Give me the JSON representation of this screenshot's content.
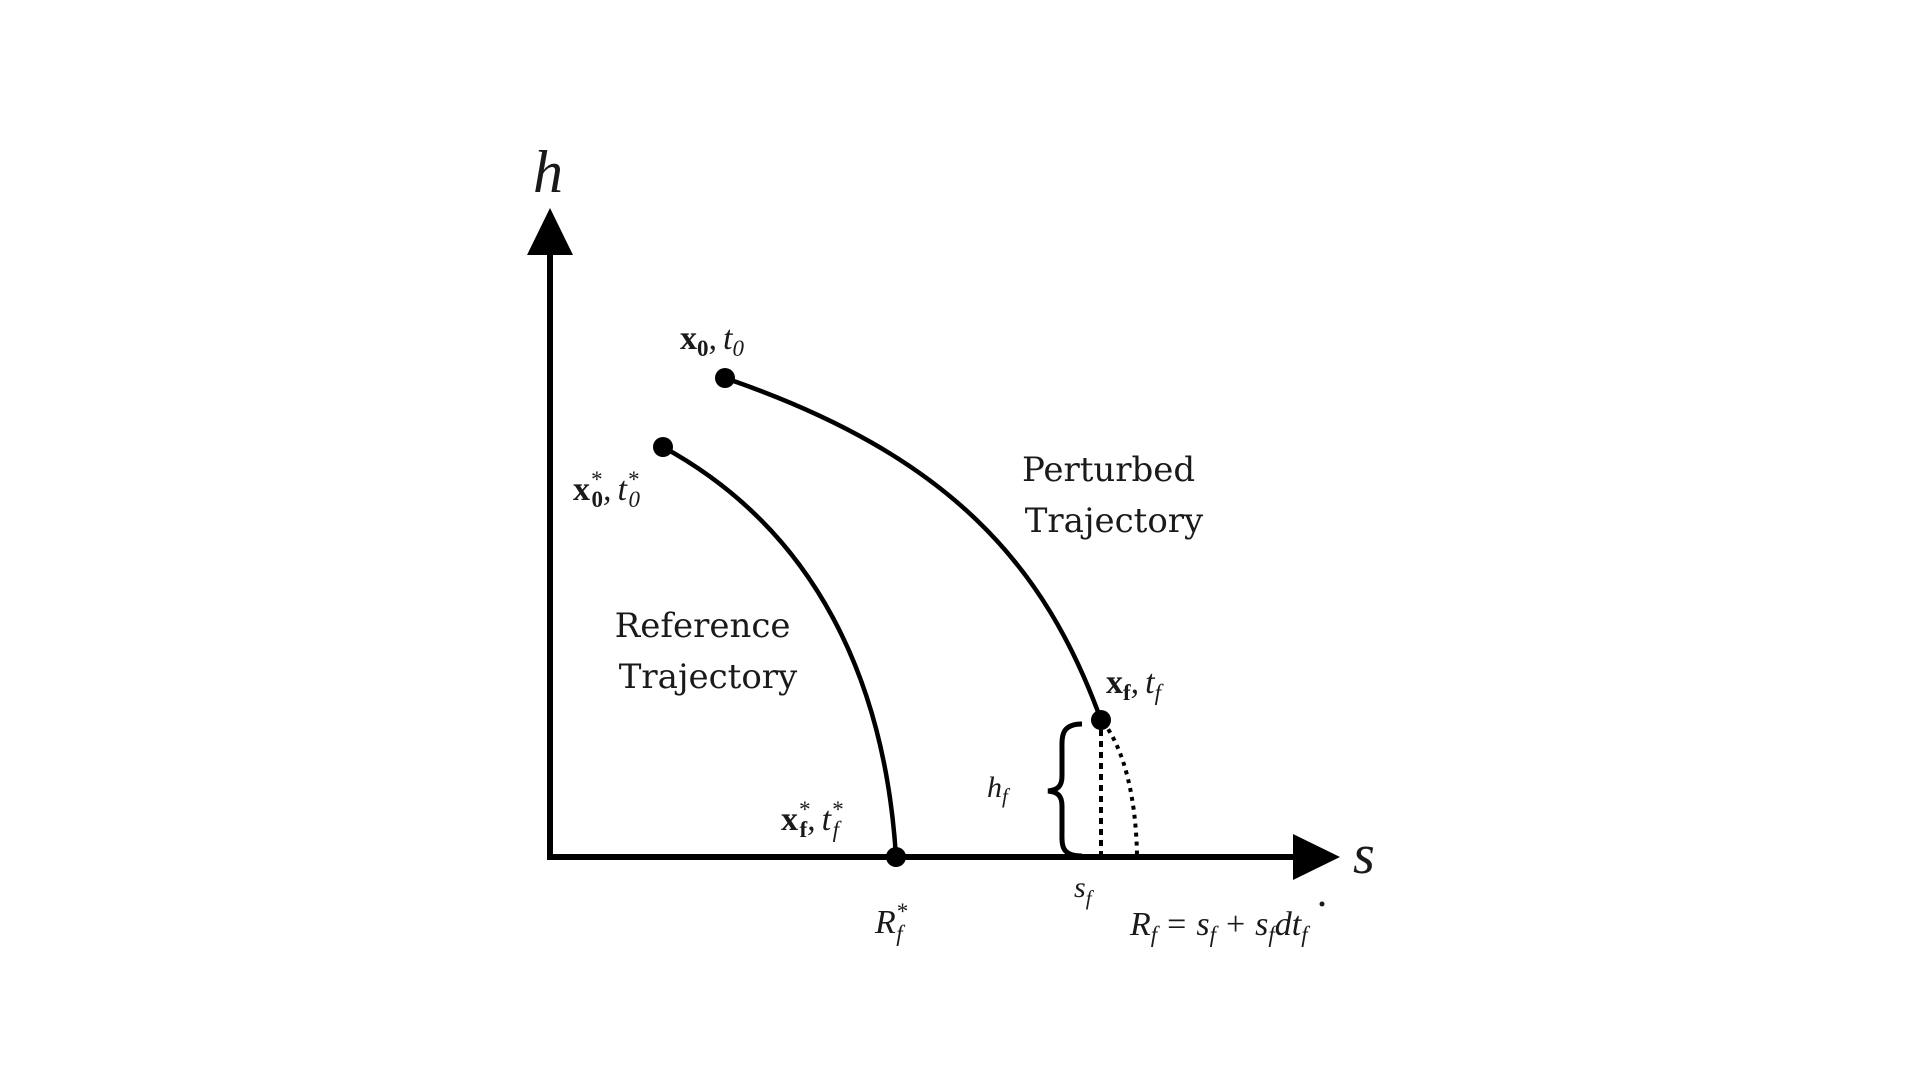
{
  "axes": {
    "vertical_label": "h",
    "horizontal_label": "s",
    "color": "#000000"
  },
  "reference": {
    "label_line1": "Reference",
    "label_line2": "Trajectory",
    "start": {
      "vec": "x",
      "vec_sub": "0",
      "vec_sup": "*",
      "t": "t",
      "t_sub": "0",
      "t_sup": "*"
    },
    "end": {
      "vec": "x",
      "vec_sub": "f",
      "vec_sup": "*",
      "t": "t",
      "t_sub": "f",
      "t_sup": "*"
    },
    "range": {
      "main": "R",
      "sub": "f",
      "sup": "*"
    }
  },
  "perturbed": {
    "label_line1": "Perturbed",
    "label_line2": "Trajectory",
    "start": {
      "vec": "x",
      "vec_sub": "0",
      "t": "t",
      "t_sub": "0"
    },
    "end": {
      "vec": "x",
      "vec_sub": "f",
      "t": "t",
      "t_sub": "f"
    }
  },
  "annotations": {
    "height": {
      "main": "h",
      "sub": "f"
    },
    "position": {
      "main": "s",
      "sub": "f"
    },
    "range_equation": {
      "lhs": "R",
      "lhs_sub": "f",
      "equals": "=",
      "term1": "s",
      "term1_sub": "f",
      "plus": "+",
      "term2": "s",
      "term2_sub": "f",
      "dt": "dt",
      "dt_sub": "f"
    }
  },
  "comma": ","
}
